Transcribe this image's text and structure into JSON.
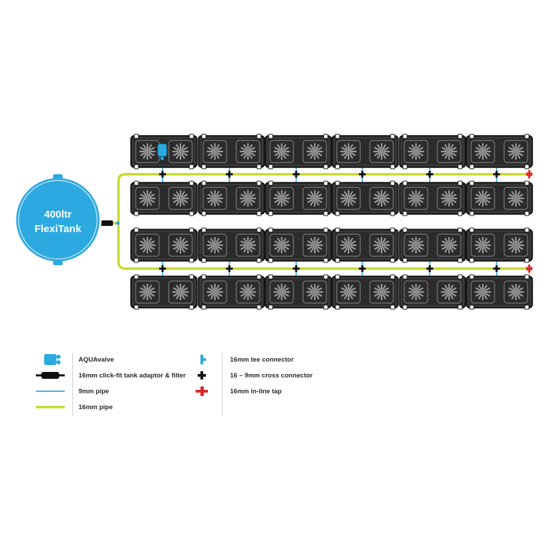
{
  "tank": {
    "line1": "400ltr",
    "line2": "FlexiTank"
  },
  "colors": {
    "tank_blue": "#2da9e1",
    "pot_dark": "#2b2b2b",
    "pipe_16mm": "#c8d92b",
    "pipe_9mm": "#2da9e1",
    "connector_black": "#111111",
    "tap_red": "#d92b2b"
  },
  "layout": {
    "rows": 4,
    "pots_per_row": 6,
    "plants_per_pot": 2
  },
  "legend": {
    "left": [
      {
        "icon": "aquavalve-icon",
        "label": "AQUAvalve"
      },
      {
        "icon": "tank-adaptor-filter-icon",
        "label": "16mm click-fit tank adaptor & filter"
      },
      {
        "icon": "pipe-9mm-icon",
        "label": "9mm pipe"
      },
      {
        "icon": "pipe-16mm-icon",
        "label": "16mm pipe"
      }
    ],
    "right": [
      {
        "icon": "tee-connector-icon",
        "label": "16mm tee connector"
      },
      {
        "icon": "cross-connector-icon",
        "label": "16 – 9mm cross connector"
      },
      {
        "icon": "inline-tap-icon",
        "label": "16mm in-line tap"
      }
    ]
  }
}
